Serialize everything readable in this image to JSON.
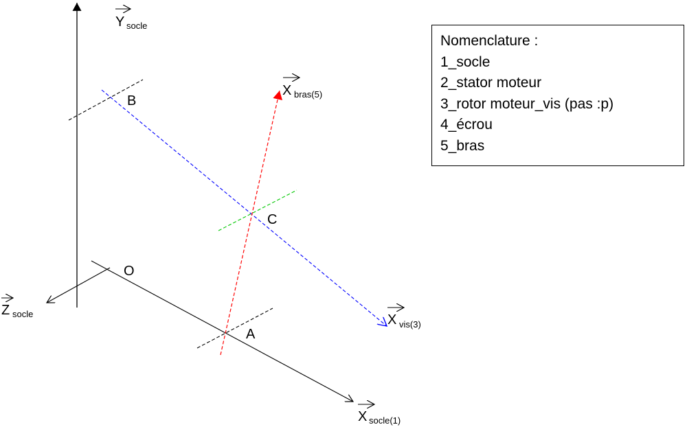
{
  "axes": {
    "y_socle": {
      "main": "Y",
      "sub": "socle"
    },
    "z_socle": {
      "main": "Z",
      "sub": "socle"
    },
    "x_socle": {
      "main": "X",
      "sub": "socle(1)"
    },
    "x_bras": {
      "main": "X",
      "sub": "bras(5)"
    },
    "x_vis": {
      "main": "X",
      "sub": "vis(3)"
    }
  },
  "points": {
    "O": "O",
    "A": "A",
    "B": "B",
    "C": "C"
  },
  "colors": {
    "black": "#000000",
    "red": "#ff0000",
    "blue": "#0000ff",
    "green": "#00c800"
  },
  "nomenclature": {
    "title": "Nomenclature :",
    "items": [
      "1_socle",
      "2_stator moteur",
      "3_rotor moteur_vis (pas :p)",
      "4_écrou",
      "5_bras"
    ]
  }
}
